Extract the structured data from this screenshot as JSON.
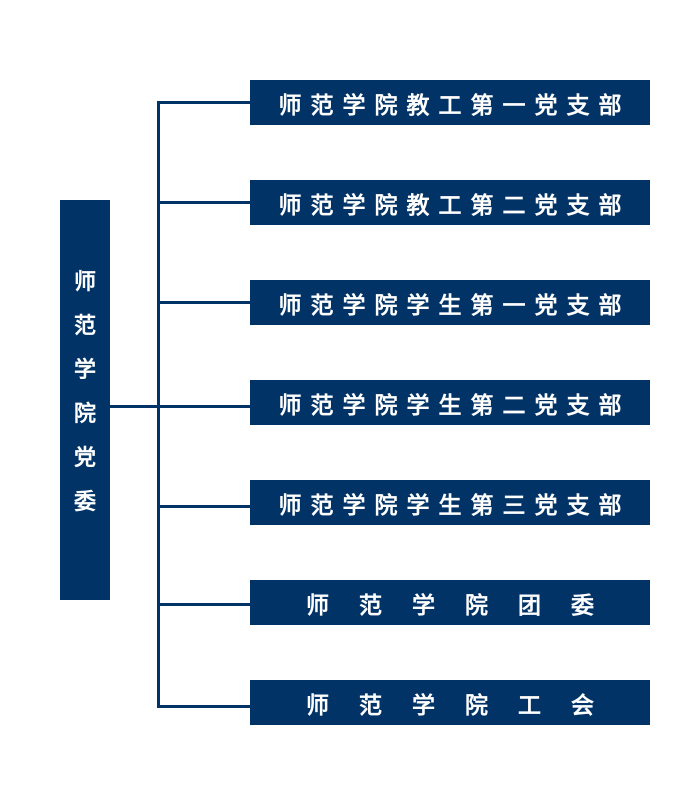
{
  "colors": {
    "box": "#023366",
    "text": "#ffffff",
    "line": "#023366",
    "background": "#ffffff"
  },
  "root": {
    "label": "师范学院党委",
    "chars": [
      "师",
      "范",
      "学",
      "院",
      "党",
      "委"
    ]
  },
  "branches": [
    {
      "label": "师范学院教工第一党支部"
    },
    {
      "label": "师范学院教工第二党支部"
    },
    {
      "label": "师范学院学生第一党支部"
    },
    {
      "label": "师范学院学生第二党支部"
    },
    {
      "label": "师范学院学生第三党支部"
    },
    {
      "label": "师范学院团委"
    },
    {
      "label": "师范学院工会"
    }
  ]
}
